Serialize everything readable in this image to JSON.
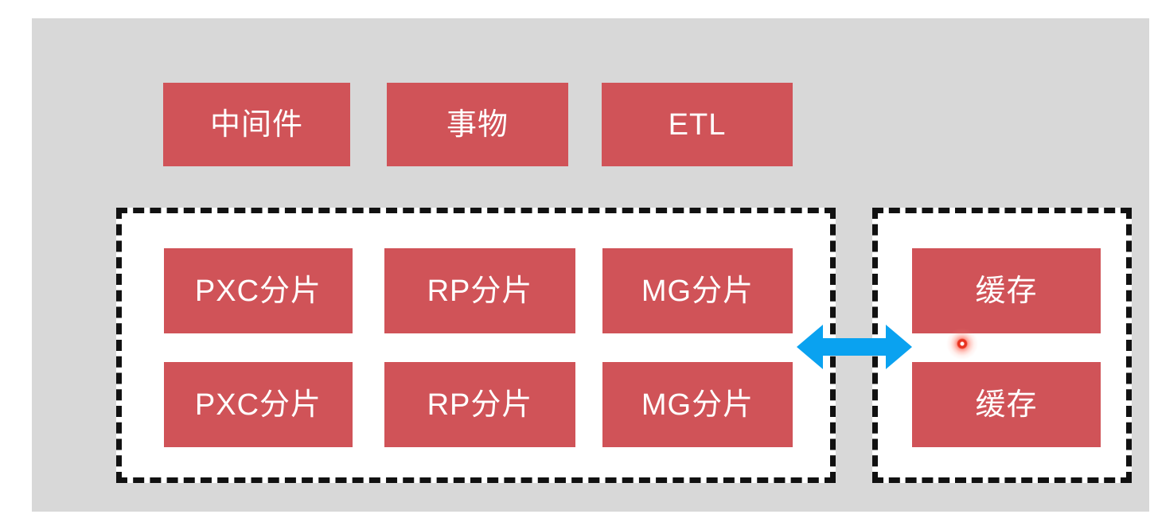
{
  "slide": {
    "background_color": "#d8d8d8",
    "page_background_color": "#ffffff"
  },
  "colors": {
    "box_fill": "#d05358",
    "box_text": "#ffffff",
    "container_fill": "#ffffff",
    "container_border": "#111111",
    "arrow_blue": "#0aa2f0",
    "click_dot_red": "#e8321f"
  },
  "top_row": {
    "boxes": [
      {
        "label": "中间件"
      },
      {
        "label": "事物"
      },
      {
        "label": "ETL"
      }
    ]
  },
  "shard_cluster": {
    "boxes": [
      {
        "label": "PXC分片"
      },
      {
        "label": "RP分片"
      },
      {
        "label": "MG分片"
      },
      {
        "label": "PXC分片"
      },
      {
        "label": "RP分片"
      },
      {
        "label": "MG分片"
      }
    ]
  },
  "cache_cluster": {
    "boxes": [
      {
        "label": "缓存"
      },
      {
        "label": "缓存"
      }
    ]
  },
  "connector": {
    "type": "double-headed-arrow",
    "color": "#0aa2f0"
  },
  "cursor_indicator": {
    "type": "click-highlight-dot",
    "color": "#e8321f"
  }
}
